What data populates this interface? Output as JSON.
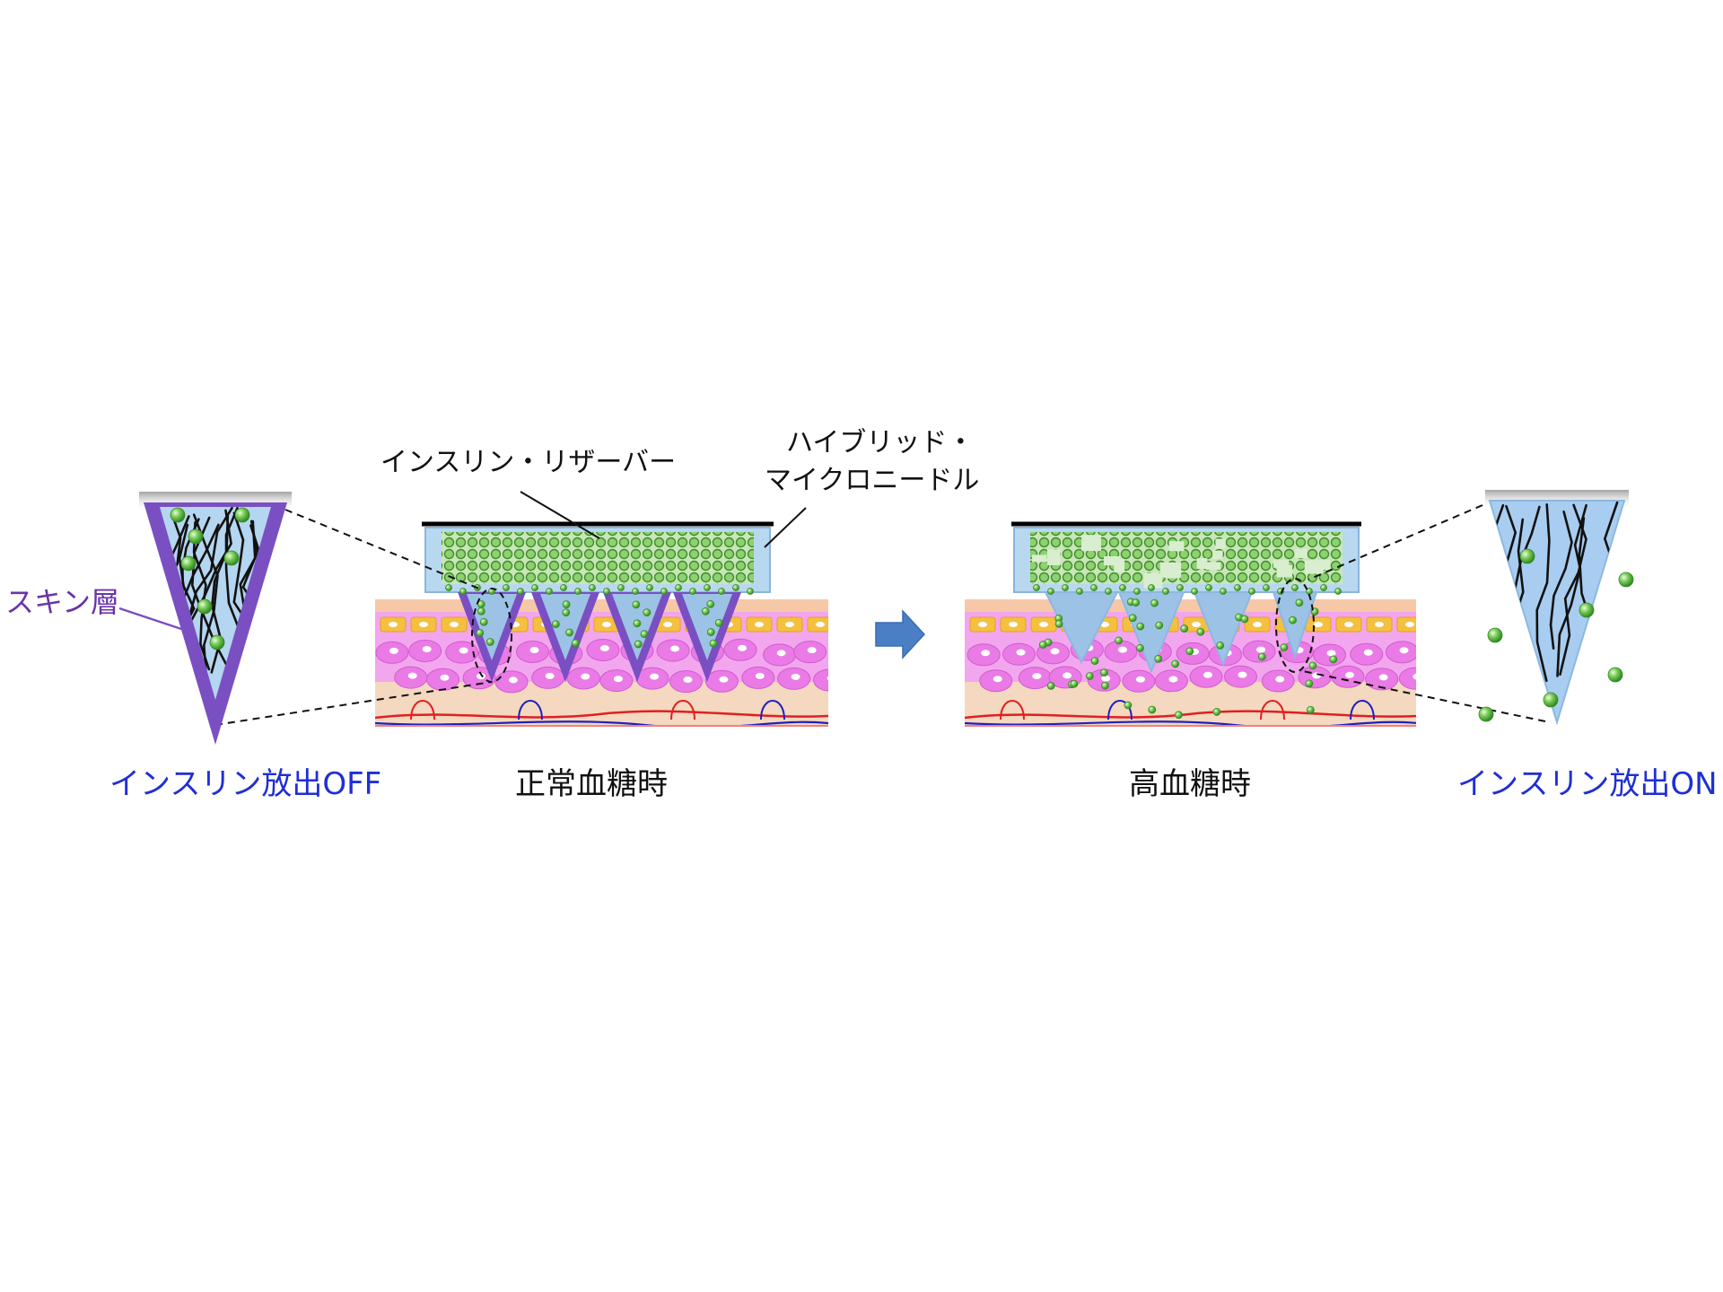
{
  "labels": {
    "reservoir": "インスリン・リザーバー",
    "microneedle_line1": "ハイブリッド・",
    "microneedle_line2": "マイクロニードル",
    "skin_layer": "スキン層",
    "release_off": "インスリン放出OFF",
    "release_on": "インスリン放出ON",
    "normal": "正常血糖時",
    "high": "高血糖時"
  },
  "colors": {
    "needle_fill": "#9cc3e6",
    "needle_edge": "#8db8e0",
    "skin_layer": "#7a4fc2",
    "insulin": "#5cb84a",
    "arrow": "#4a7fc6",
    "dermis_pink": "#ea7be6",
    "fat_yellow": "#f5c040",
    "tissue_beige": "#f4d8c0",
    "vessel_red": "#e02020",
    "vessel_blue": "#2020c0",
    "text_blue": "#1f2ed6",
    "text_purple": "#6a35a8"
  },
  "icons": {
    "arrow": "right-arrow-icon"
  }
}
